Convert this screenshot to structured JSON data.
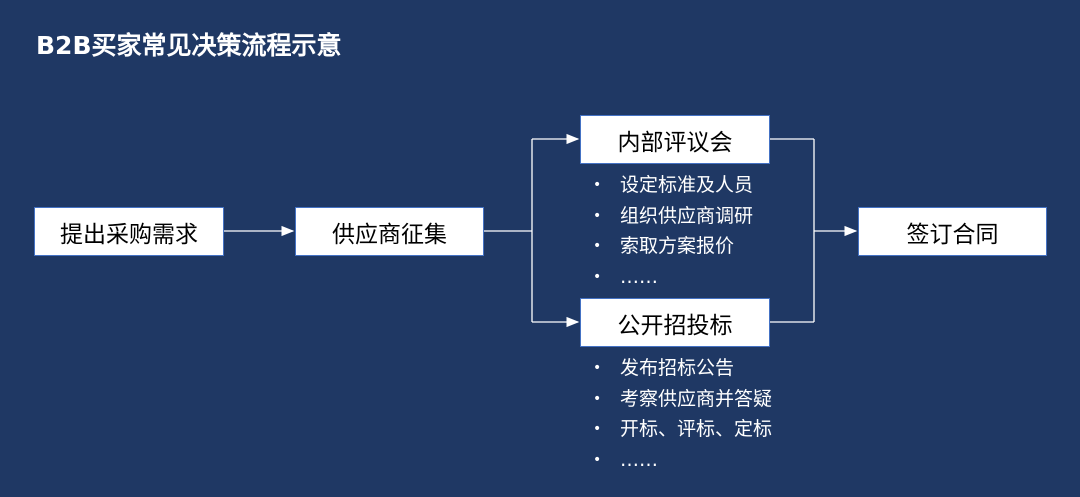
{
  "title": "B2B买家常见决策流程示意",
  "nodes": {
    "request": "提出采购需求",
    "collect": "供应商征集",
    "internal": "内部评议会",
    "tender": "公开招投标",
    "contract": "签订合同"
  },
  "internal_items": [
    "设定标准及人员",
    "组织供应商调研",
    "索取方案报价",
    "……"
  ],
  "tender_items": [
    "发布招标公告",
    "考察供应商并答疑",
    "开标、评标、定标",
    "……"
  ],
  "colors": {
    "background": "#1f3864",
    "box": "#ffffff",
    "line": "#ffffff"
  }
}
